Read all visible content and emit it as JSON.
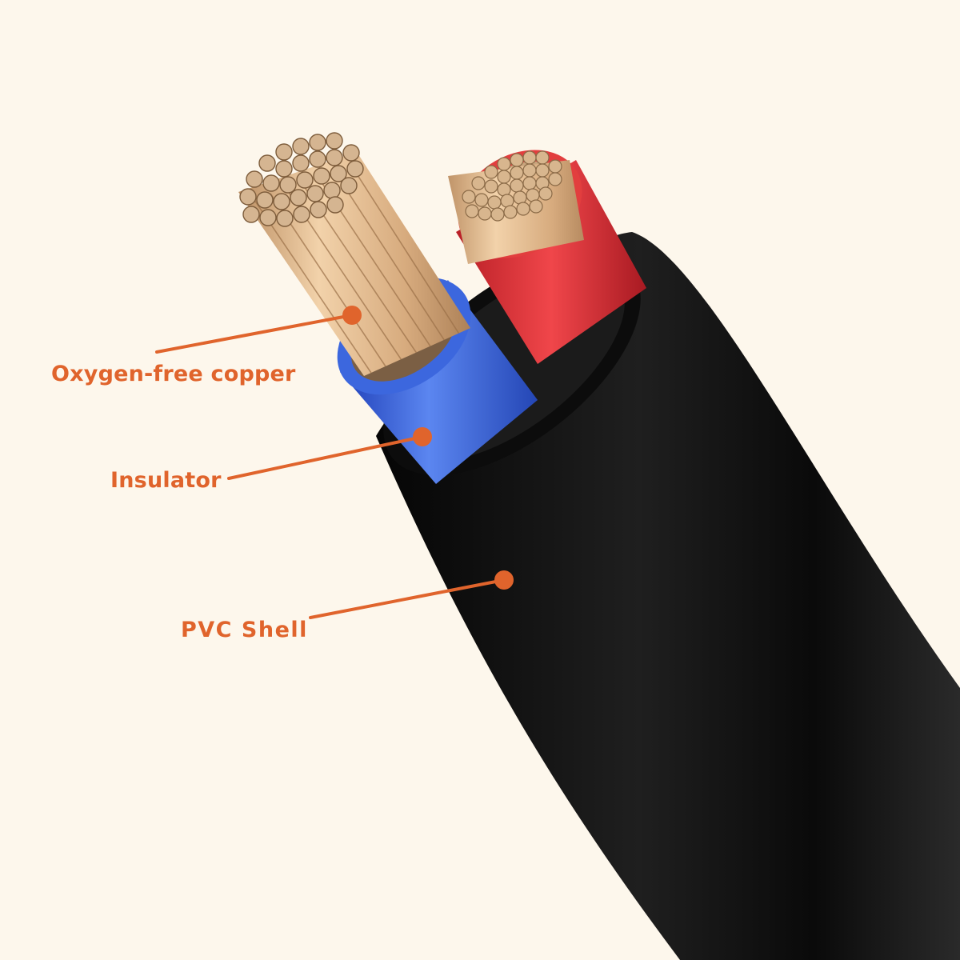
{
  "labels": {
    "copper": "Oxygen-free copper",
    "insulator": "Insulator",
    "shell": "PVC Shell"
  },
  "colors": {
    "background": "#fdf7ec",
    "accent": "#e0642c",
    "copper": "#d9b389",
    "insulator_blue": "#3d6fe0",
    "insulator_red": "#e03a3a",
    "shell": "#151515"
  }
}
